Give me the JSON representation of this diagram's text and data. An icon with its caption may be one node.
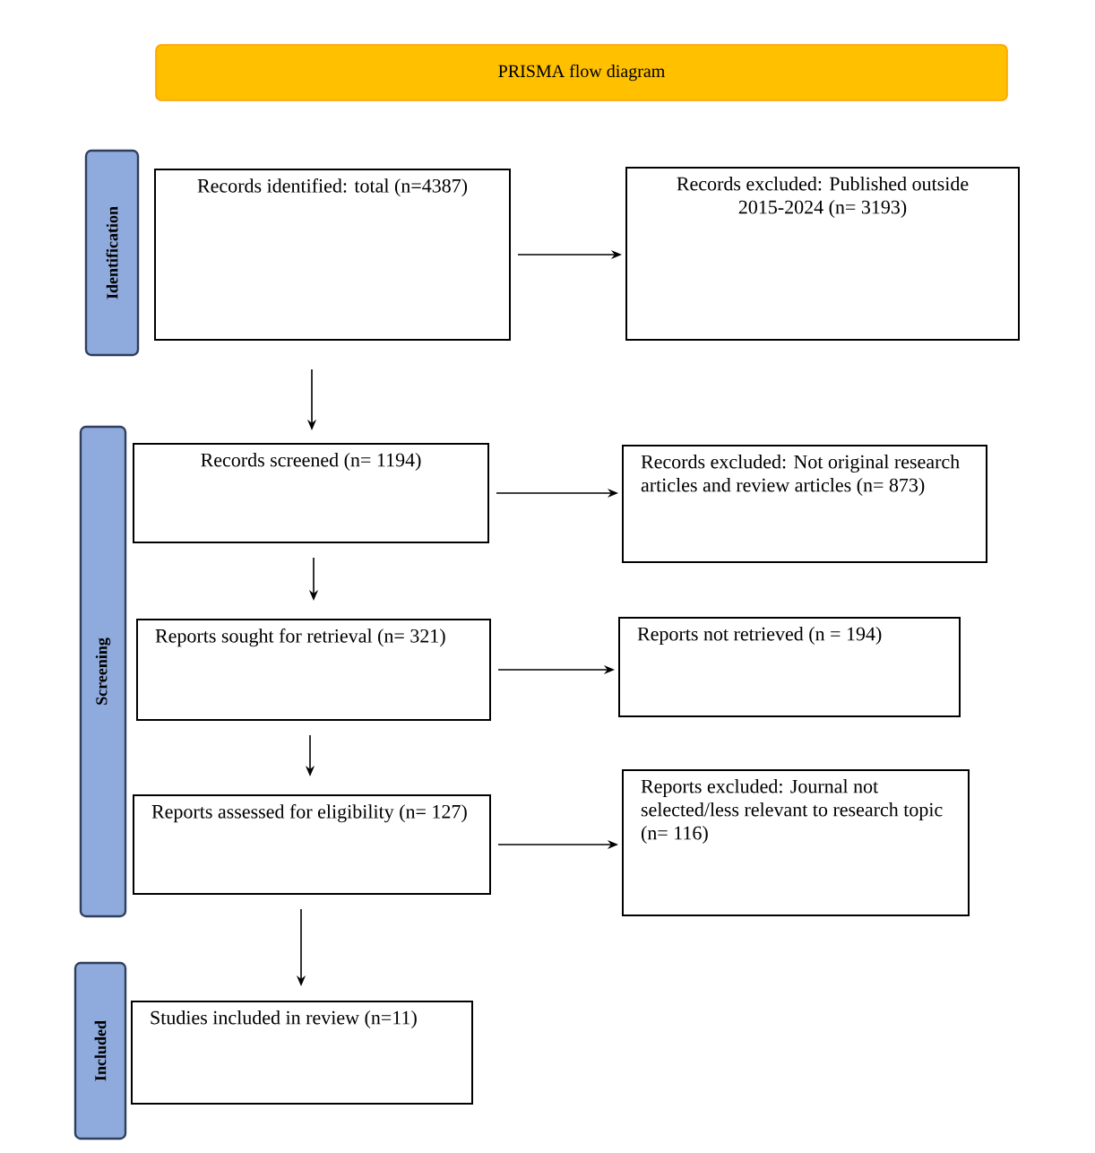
{
  "diagram": {
    "nodes": [
      {
        "text": [
          "PRISMA flow diagram"
        ]
      },
      {
        "text": [
          "Identification"
        ]
      },
      {
        "text": [
          "Screening"
        ]
      },
      {
        "text": [
          "Included"
        ]
      },
      {
        "text": [
          "Records identified: total (n=4387)"
        ]
      },
      {
        "text": [
          "Records excluded: Published outside 2015-2024 (n= 3193)"
        ]
      },
      {
        "text": [
          "Records screened (n= 1194)"
        ]
      },
      {
        "text": [
          "Records excluded: Not original research articles and review articles (n= 873)"
        ]
      },
      {
        "text": [
          "Reports sought for retrieval (n= 321)"
        ]
      },
      {
        "text": [
          "Reports not retrieved (n = 194)"
        ]
      },
      {
        "text": [
          "Reports assessed for eligibility (n= 127)"
        ]
      },
      {
        "text": [
          "Reports excluded: Journal not selected/less relevant to research topic (n= 116)"
        ]
      },
      {
        "text": [
          "Studies included in review (n=11)"
        ]
      }
    ],
    "edges": [
      {
        "from": 4,
        "to": 5,
        "arrow": "to"
      },
      {
        "from": 4,
        "to": 6,
        "arrow": "to"
      },
      {
        "from": 6,
        "to": 7,
        "arrow": "to"
      },
      {
        "from": 6,
        "to": 8,
        "arrow": "to"
      },
      {
        "from": 8,
        "to": 9,
        "arrow": "to"
      },
      {
        "from": 8,
        "to": 10,
        "arrow": "to"
      },
      {
        "from": 10,
        "to": 11,
        "arrow": "to"
      },
      {
        "from": 10,
        "to": 12,
        "arrow": "to"
      }
    ]
  }
}
